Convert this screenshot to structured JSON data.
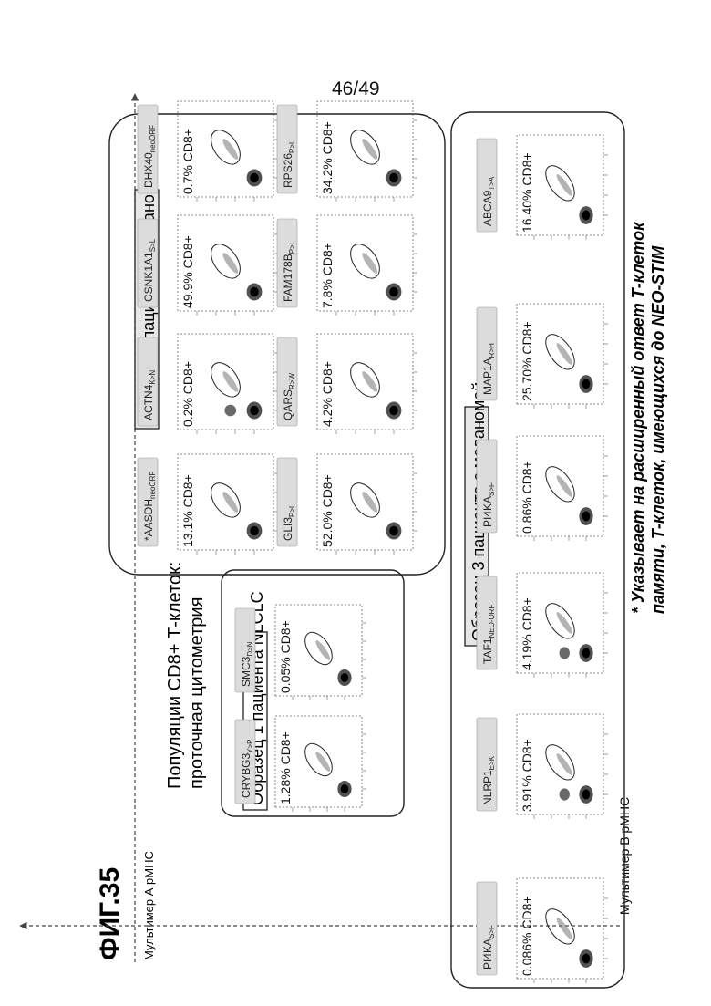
{
  "page_number": "46/49",
  "figure_label": "ФИГ.35",
  "figure_title_line1": "Популяции CD8+ Т-клеток:",
  "figure_title_line2": "проточная цитометрия",
  "y_axis_label": "Мультимер А pMHC",
  "x_axis_label": "Мультимер В pMHC",
  "footnote_line1": "* Указывает на расширенный ответ Т-клеток",
  "footnote_line2": "памяти, Т-клеток, имеющихся до NEO-STIM",
  "panels": [
    {
      "id": "p1",
      "title": "Образец 1 пациента NLCLC",
      "plots": [
        {
          "antigen": "CRYBG3",
          "sub": "Y>P",
          "percent": "1.28% CD8+",
          "clusters": 1
        },
        {
          "antigen": "SMC3",
          "sub": "D>N",
          "percent": "0.05% CD8+",
          "clusters": 1
        }
      ]
    },
    {
      "id": "p2",
      "title": "Образец 2 пациента с меланомой",
      "plots": [
        {
          "antigen": "*AASDH",
          "sub": "neoORF",
          "percent": "13.1% CD8+",
          "clusters": 1
        },
        {
          "antigen": "ACTN4",
          "sub": "K>N",
          "percent": "0.2% CD8+",
          "clusters": 2
        },
        {
          "antigen": "CSNK1A1",
          "sub": "S>L",
          "percent": "49.9% CD8+",
          "clusters": 1
        },
        {
          "antigen": "DHX40",
          "sub": "neoORF",
          "percent": "0.7% CD8+",
          "clusters": 1
        },
        {
          "antigen": "GLI3",
          "sub": "P>L",
          "percent": "52.0% CD8+",
          "clusters": 1
        },
        {
          "antigen": "QARS",
          "sub": "R>W",
          "percent": "4.2% CD8+",
          "clusters": 1
        },
        {
          "antigen": "FAM178B",
          "sub": "P>L",
          "percent": "7.8% CD8+",
          "clusters": 1
        },
        {
          "antigen": "RPS26",
          "sub": "P>L",
          "percent": "34.2% CD8+",
          "clusters": 1
        }
      ]
    },
    {
      "id": "p3",
      "title": "Образец 3 пациента с меланомой",
      "plots": [
        {
          "antigen": "PI4KA",
          "sub": "S>F",
          "percent": "0.086% CD8+",
          "clusters": 1
        },
        {
          "antigen": "NLRP1",
          "sub": "E>K",
          "percent": "3.91% CD8+",
          "clusters": 2
        },
        {
          "antigen": "TAF1",
          "sub": "NEO-ORF",
          "percent": "4.19% CD8+",
          "clusters": 2
        },
        {
          "antigen": "PI4KA",
          "sub": "S>F",
          "percent": "0.86% CD8+",
          "clusters": 1
        },
        {
          "antigen": "MAP1A",
          "sub": "R>H",
          "percent": "25.70% CD8+",
          "clusters": 1
        },
        {
          "antigen": "ABCA9",
          "sub": "T>A",
          "percent": "16.40% CD8+",
          "clusters": 1
        }
      ]
    }
  ]
}
